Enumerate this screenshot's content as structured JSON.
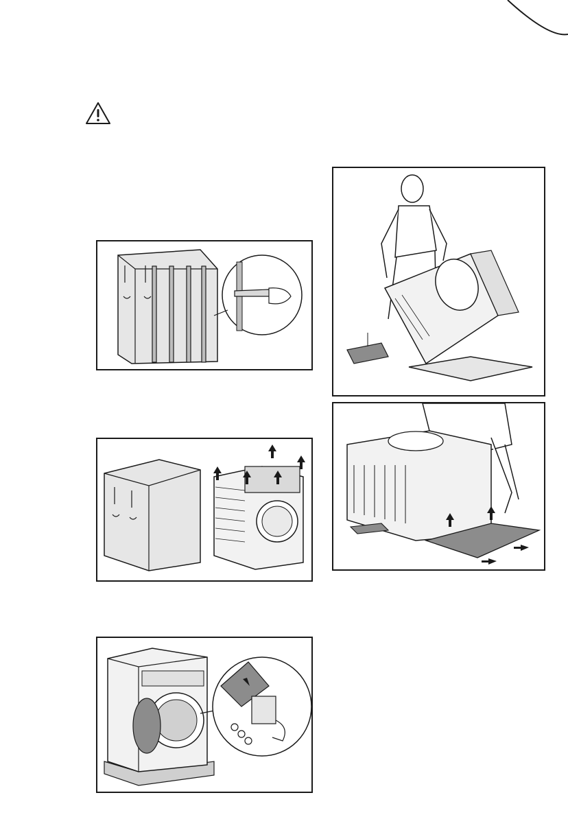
{
  "page": {
    "warning_symbol": "warning-triangle-icon",
    "warning_glyph": "!"
  },
  "figures": [
    {
      "id": "fig-cut-straps",
      "caption": ""
    },
    {
      "id": "fig-remove-cover",
      "caption": ""
    },
    {
      "id": "fig-remove-bag",
      "caption": ""
    },
    {
      "id": "fig-tilt-machine",
      "caption": ""
    },
    {
      "id": "fig-remove-base",
      "caption": ""
    }
  ],
  "colors": {
    "line": "#1a1a1a",
    "fill_light": "#e6e6e6",
    "fill_mid": "#cfcfcf",
    "fill_dark": "#8c8c8c"
  }
}
